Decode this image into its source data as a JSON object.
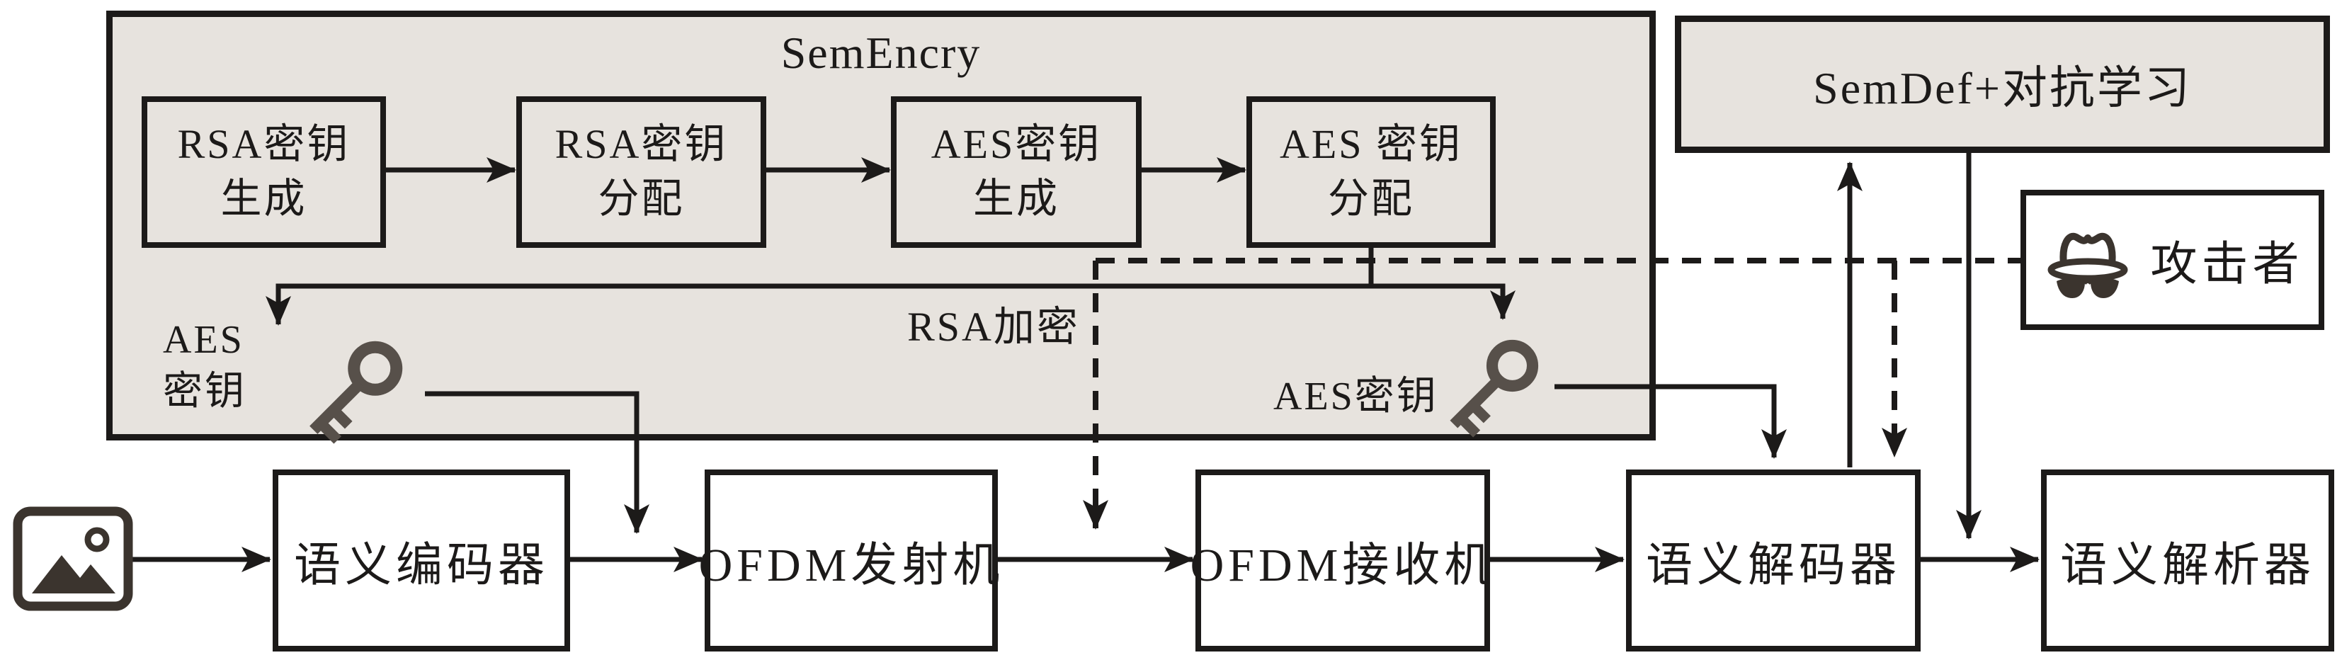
{
  "sem_encry": {
    "title": "SemEncry",
    "key_steps": [
      {
        "label": "RSA密钥\n生成"
      },
      {
        "label": "RSA密钥\n分配"
      },
      {
        "label": "AES密钥\n生成"
      },
      {
        "label": "AES 密钥\n分配"
      }
    ],
    "rsa_encrypt_label": "RSA加密",
    "aes_key_left": "AES\n密钥",
    "aes_key_right": "AES密钥"
  },
  "sem_def": {
    "title": "SemDef+对抗学习"
  },
  "attacker": {
    "label": "攻击者"
  },
  "pipeline": [
    {
      "label": "语义编码器"
    },
    {
      "label": "OFDM发射机"
    },
    {
      "label": "OFDM接收机"
    },
    {
      "label": "语义解码器"
    },
    {
      "label": "语义解析器"
    }
  ],
  "colors": {
    "background": "#ffffff",
    "panel_fill": "#e7e3de",
    "box_fill": "#ffffff",
    "border": "#1c1a19",
    "line": "#1c1a19",
    "key_icon": "#57504a",
    "dark_icon": "#3b342e"
  }
}
